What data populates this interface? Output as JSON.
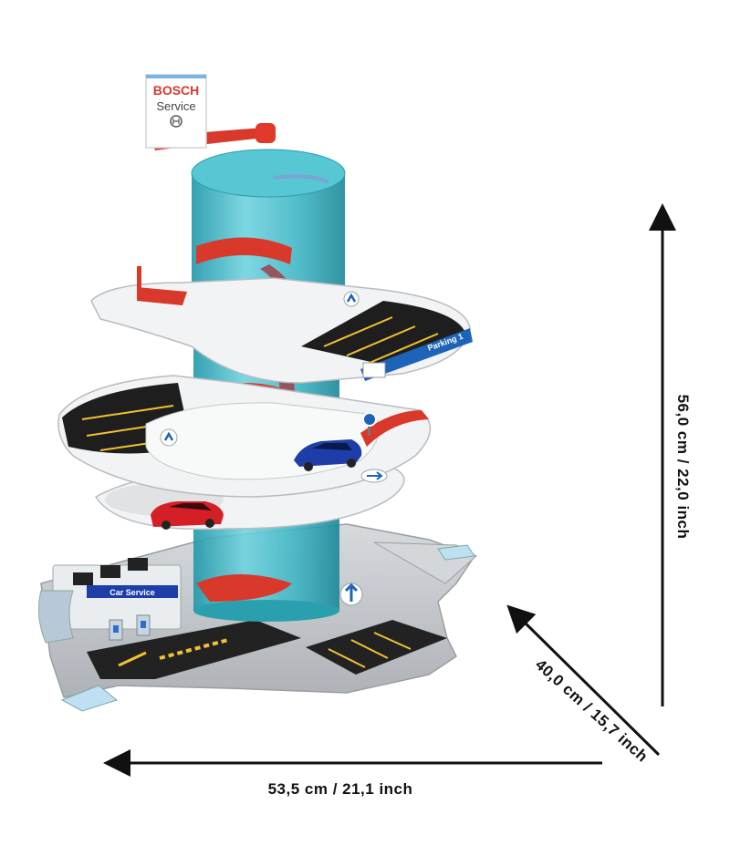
{
  "product": {
    "sign_brand": "BOSCH",
    "sign_sub": "Service",
    "parking_sign": "Parking 1",
    "car_service_sign": "Car Service"
  },
  "dimensions": {
    "height": "56,0 cm / 22,0 inch",
    "depth": "40,0 cm / 15,7 inch",
    "width": "53,5 cm / 21,1 inch"
  },
  "colors": {
    "tower": "#3fb5c4",
    "ramp": "#d8392b",
    "deck": "#f4f4f4",
    "base": "#c9ccd0",
    "asphalt": "#1e1e1e",
    "brand_red": "#d8392b",
    "car_blue": "#1d3ea8",
    "car_red": "#d41f26"
  }
}
